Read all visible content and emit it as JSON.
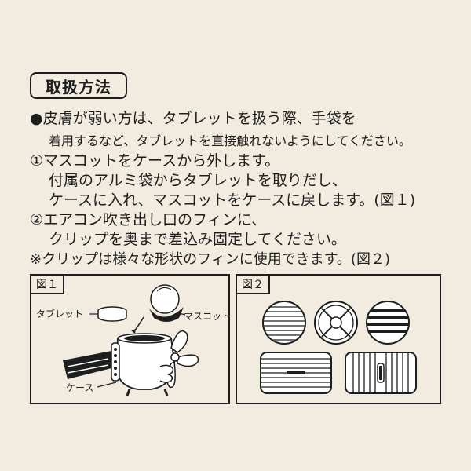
{
  "title": "取扱方法",
  "instructions": {
    "line1": "●皮膚が弱い方は、タブレットを扱う際、手袋を",
    "line2": "着用するなど、タブレットを直接触れないようにしてください。",
    "line3": "①マスコットをケースから外します。",
    "line4": "付属のアルミ袋からタブレットを取りだし、",
    "line5": "ケースに入れ、マスコットをケースに戻します。(図１)",
    "line6": "②エアコン吹き出し口のフィンに、",
    "line7": "クリップを奥まで差込み固定してください。",
    "line8": "※クリップは様々な形状のフィンに使用できます。(図２)"
  },
  "figure1": {
    "tag": "図１",
    "label_tablet": "タブレット",
    "label_mascot": "マスコット",
    "label_case": "ケース"
  },
  "figure2": {
    "tag": "図２"
  }
}
